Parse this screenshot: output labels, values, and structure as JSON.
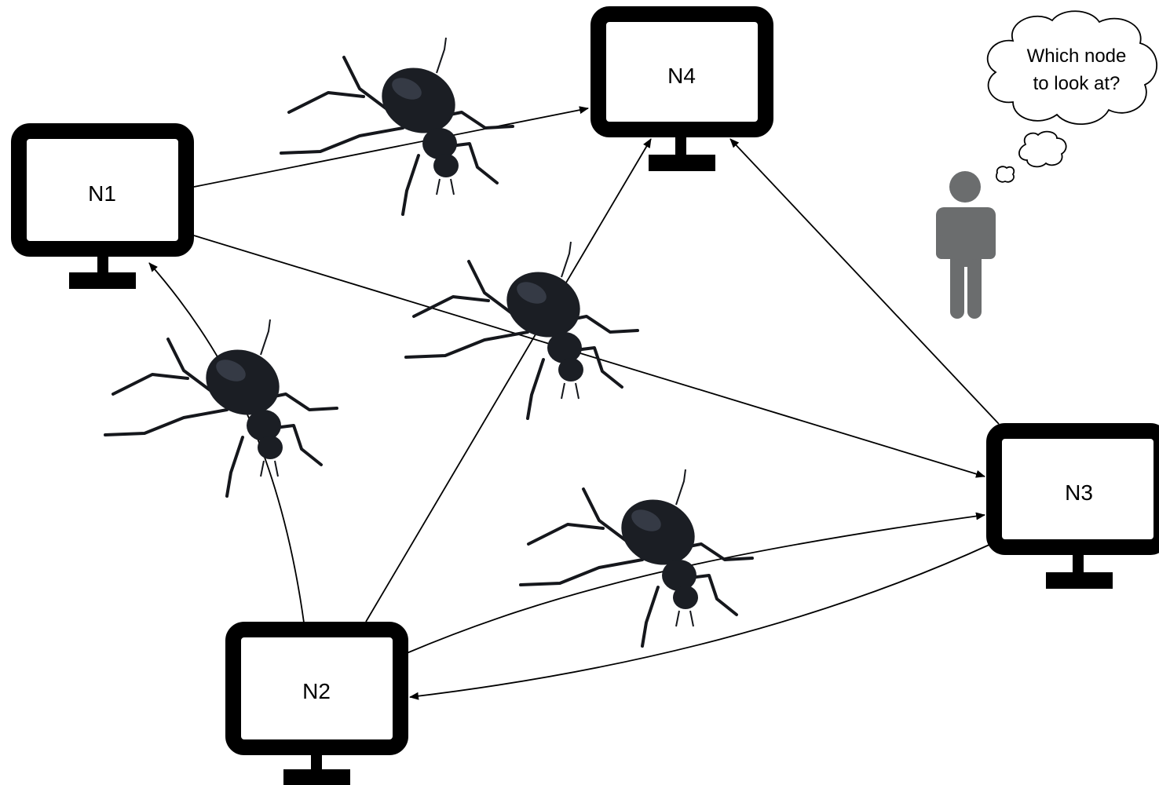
{
  "nodes": [
    {
      "id": "N1",
      "label": "N1"
    },
    {
      "id": "N2",
      "label": "N2"
    },
    {
      "id": "N3",
      "label": "N3"
    },
    {
      "id": "N4",
      "label": "N4"
    }
  ],
  "edges": [
    {
      "from": "N1",
      "to": "N4"
    },
    {
      "from": "N1",
      "to": "N3"
    },
    {
      "from": "N2",
      "to": "N1"
    },
    {
      "from": "N2",
      "to": "N4"
    },
    {
      "from": "N2",
      "to": "N3"
    },
    {
      "from": "N3",
      "to": "N4"
    },
    {
      "from": "N3",
      "to": "N2"
    }
  ],
  "thought": {
    "line1": "Which node",
    "line2": "to look at?"
  },
  "icons": {
    "node": "computer-monitor-icon",
    "bug": "beetle-icon",
    "person": "person-icon",
    "thought": "thought-bubble-icon"
  },
  "colors": {
    "monitor": "#000000",
    "person": "#6b6d6e",
    "bug": "#1b1e24",
    "edge": "#000000"
  }
}
